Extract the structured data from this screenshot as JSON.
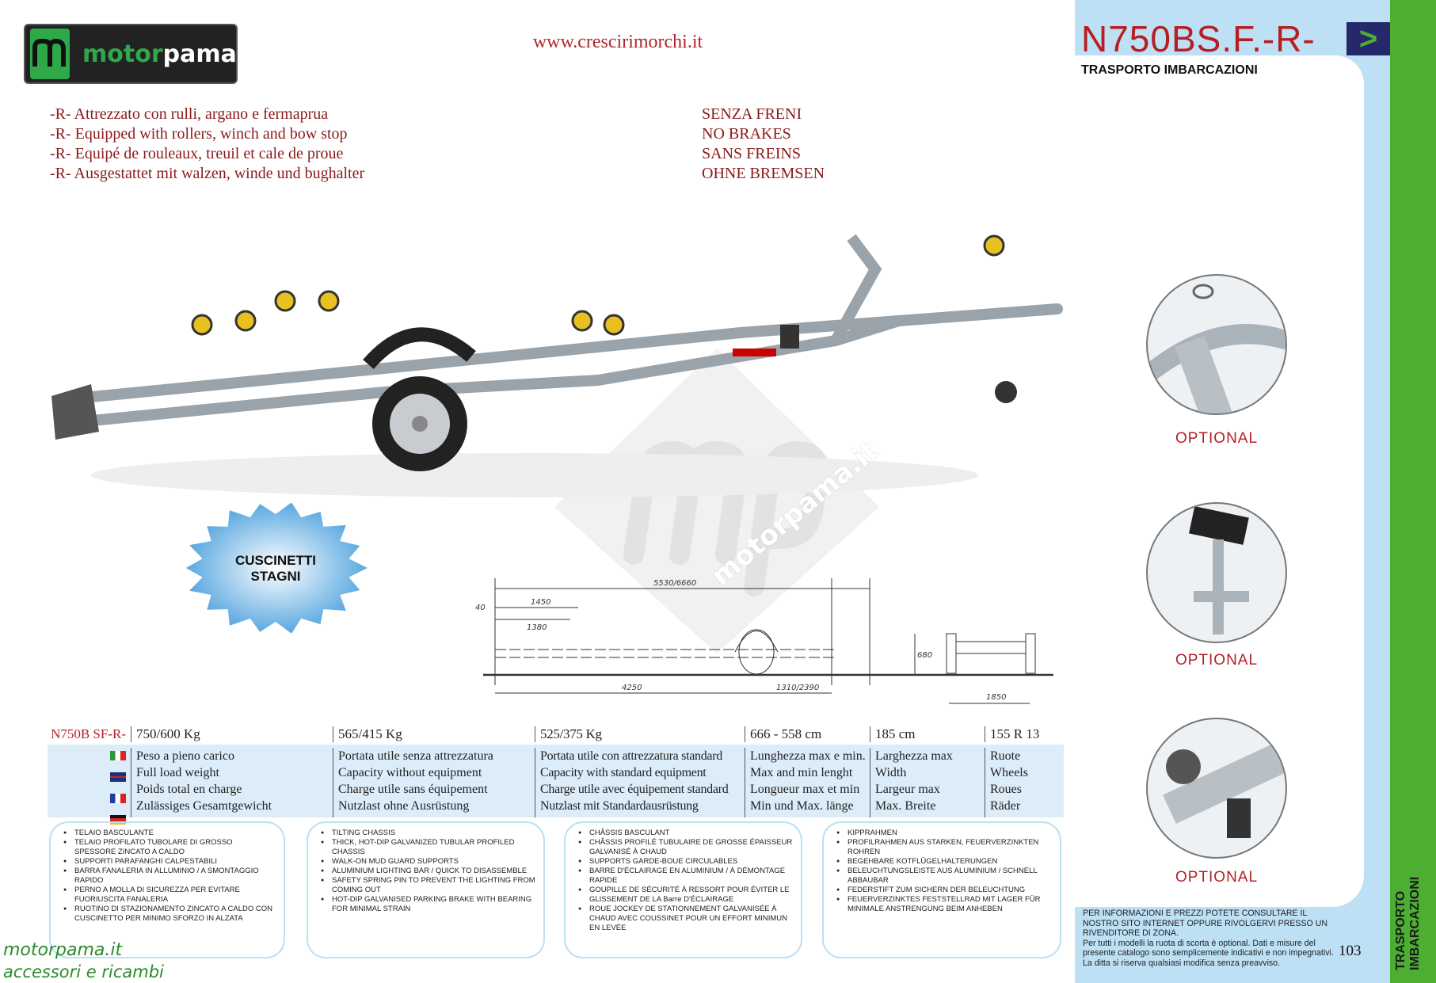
{
  "brand": {
    "logo_text": "motorpama",
    "url": "www.crescirimorchi.it"
  },
  "header": {
    "title": "N750BS.F.-R-",
    "subtitle": "TRASPORTO IMBARCAZIONI",
    "next_icon": "chevron-right-icon"
  },
  "description": {
    "equipment": [
      "-R- Attrezzato con rulli, argano e fermaprua",
      "-R- Equipped with rollers, winch and bow stop",
      "-R- Equipé de rouleaux, treuil et cale de proue",
      "-R- Ausgestattet mit walzen, winde und bughalter"
    ],
    "brakes": [
      "SENZA FRENI",
      "NO BRAKES",
      "SANS FREINS",
      "OHNE BREMSEN"
    ]
  },
  "badge": {
    "line1": "CUSCINETTI",
    "line2": "STAGNI"
  },
  "drawing": {
    "labels": [
      "5530/6660",
      "40",
      "1450",
      "1380",
      "4250",
      "1310/2390",
      "680",
      "1850"
    ]
  },
  "watermark": "motorpama.it",
  "specs": {
    "model": "N750B SF-R-",
    "values": [
      "750/600 Kg",
      "565/415 Kg",
      "525/375 Kg",
      "666 - 558 cm",
      "185 cm",
      "155 R 13"
    ],
    "columns": [
      [
        "Peso a pieno carico",
        "Full load weight",
        "Poids total en charge",
        "Zulässiges Gesamtgewicht"
      ],
      [
        "Portata utile senza attrezzatura",
        "Capacity without equipment",
        "Charge utile sans équipement",
        "Nutzlast ohne Ausrüstung"
      ],
      [
        "Portata utile con attrezzatura standard",
        "Capacity with standard equipment",
        "Charge utile avec équipement standard",
        "Nutzlast mit Standardausrüstung"
      ],
      [
        "Lunghezza max e min.",
        "Max and min lenght",
        "Longueur max et min",
        "Min und Max. länge"
      ],
      [
        "Larghezza max",
        "Width",
        "Largeur max",
        "Max. Breite"
      ],
      [
        "Ruote",
        "Wheels",
        "Roues",
        "Räder"
      ]
    ]
  },
  "features": [
    [
      "TELAIO BASCULANTE",
      "TELAIO PROFILATO TUBOLARE DI GROSSO SPESSORE ZINCATO A CALDO",
      "SUPPORTI PARAFANGHI CALPESTABILI",
      "BARRA FANALERIA IN ALLUMINIO / A SMONTAGGIO RAPIDO",
      "PERNO A MOLLA DI SICUREZZA PER EVITARE FUORIUSCITA FANALERIA",
      "RUOTINO DI STAZIONAMENTO ZINCATO A CALDO CON CUSCINETTO PER MINIMO SFORZO IN ALZATA"
    ],
    [
      "TILTING CHASSIS",
      "THICK, HOT-DIP GALVANIZED TUBULAR PROFILED CHASSIS",
      "WALK-ON MUD GUARD SUPPORTS",
      "ALUMINIUM LIGHTING BAR / QUICK TO DISASSEMBLE",
      "SAFETY SPRING PIN TO PREVENT THE LIGHTING FROM COMING OUT",
      "HOT-DIP GALVANISED PARKING BRAKE WITH BEARING FOR MINIMAL STRAIN"
    ],
    [
      "CHÂSSIS BASCULANT",
      "CHÂSSIS PROFILÉ TUBULAIRE DE GROSSE ÉPAISSEUR GALVANISÉ À CHAUD",
      "SUPPORTS GARDE-BOUE CIRCULABLES",
      "BARRE D'ÉCLAIRAGE EN ALUMINIUM / À DÉMONTAGE RAPIDE",
      "GOUPILLE DE SÉCURITÉ À RESSORT POUR ÉVITER LE GLISSEMENT DE LA Barre D'ÉCLAIRAGE",
      "ROUE JOCKEY DE STATIONNEMENT GALVANISÉE À CHAUD AVEC COUSSINET POUR UN EFFORT MINIMUN EN LEVÉE"
    ],
    [
      "KIPPRAHMEN",
      "PROFILRAHMEN AUS STARKEN, FEUERVERZINKTEN ROHREN",
      "BEGEHBARE KOTFLÜGELHALTERUNGEN",
      "BELEUCHTUNGSLEISTE AUS ALUMINIUM / SCHNELL ABBAUBAR",
      "FEDERSTIFT ZUM SICHERN DER BELEUCHTUNG",
      "FEUERVERZINKTES FESTSTELLRAD MIT LAGER FÜR MINIMALE ANSTRENGUNG BEIM ANHEBEN"
    ]
  ],
  "optional_label": [
    "OPTIONAL",
    "OPTIONAL",
    "OPTIONAL"
  ],
  "footer": {
    "note": [
      "PER INFORMAZIONI E PREZZI POTETE CONSULTARE IL NOSTRO SITO INTERNET OPPURE RIVOLGERVI PRESSO UN RIVENDITORE DI ZONA.",
      "Per tutti i modelli la ruota di scorta è optional. Dati e misure del presente catalogo sono semplicemente indicativi e non impegnativi.",
      "La ditta si riserva qualsiasi modifica senza preavviso."
    ],
    "page": "103",
    "section": "TRASPORTO IMBARCAZIONI"
  },
  "site_watermark": {
    "line1": "motorpama.it",
    "line2": "accessori e ricambi"
  },
  "colors": {
    "accent": "#b51f24",
    "green": "#4caf32",
    "panel": "#bde0f5",
    "navy": "#25296b"
  }
}
